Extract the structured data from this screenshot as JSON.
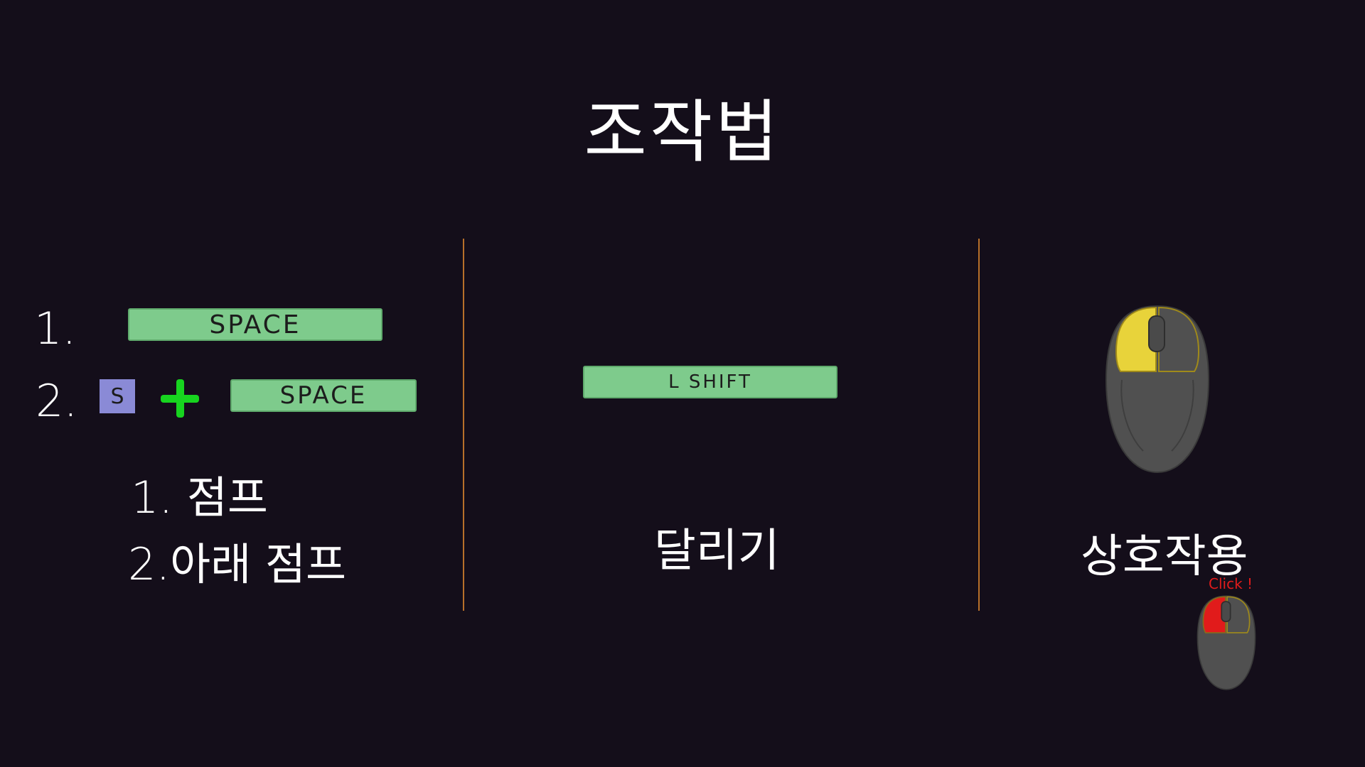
{
  "title": "조작법",
  "jump": {
    "row1_number": "1.",
    "row2_number": "2.",
    "space_key": "SPACE",
    "s_key": "S",
    "combo_space_key": "SPACE",
    "desc_line1": "1. 점프",
    "desc_line2": "2.아래 점프"
  },
  "run": {
    "shift_key": "L SHIFT",
    "label": "달리기"
  },
  "interact": {
    "label": "상호작용",
    "click_label": "Click !",
    "mouse_icon": "mouse-left-button-icon",
    "click_icon": "mouse-left-click-icon"
  },
  "colors": {
    "background": "#140e1a",
    "key_green": "#7ecb8c",
    "s_key_purple": "#8a8ad6",
    "plus_green": "#17d41f",
    "divider": "#b8702a",
    "mouse_highlight": "#e8d33a",
    "click_red": "#e11b1b"
  }
}
